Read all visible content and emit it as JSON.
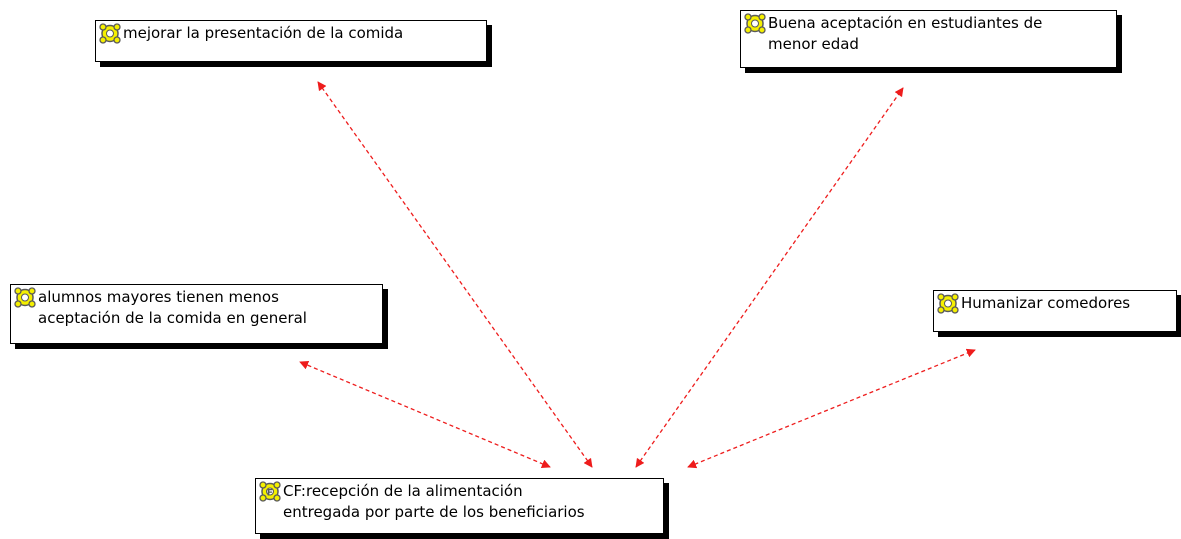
{
  "colors": {
    "link": "#ee1c1c",
    "icon_fill": "#f5f000",
    "icon_stroke": "#5a5a5a",
    "shadow": "#000000"
  },
  "nodes": {
    "presentacion": {
      "label": "mejorar la presentación de  la comida",
      "icon": "code-quotation-icon"
    },
    "aceptacion_menor": {
      "label": "Buena aceptación en estudiantes de\nmenor edad",
      "icon": "code-quotation-icon"
    },
    "alumnos_mayores": {
      "label": "alumnos mayores tienen menos\naceptación de la comida en general",
      "icon": "code-quotation-icon"
    },
    "humanizar": {
      "label": "Humanizar comedores",
      "icon": "code-quotation-icon"
    },
    "cf_recepcion": {
      "label": "CF:recepción de la alimentación\nentregada por parte de los beneficiarios",
      "icon": "code-family-icon"
    }
  },
  "links": [
    {
      "from": "cf_recepcion",
      "to": "presentacion",
      "style": "dashed-bidirectional"
    },
    {
      "from": "cf_recepcion",
      "to": "aceptacion_menor",
      "style": "dashed-bidirectional"
    },
    {
      "from": "cf_recepcion",
      "to": "alumnos_mayores",
      "style": "dashed-bidirectional"
    },
    {
      "from": "cf_recepcion",
      "to": "humanizar",
      "style": "dashed-bidirectional"
    }
  ]
}
